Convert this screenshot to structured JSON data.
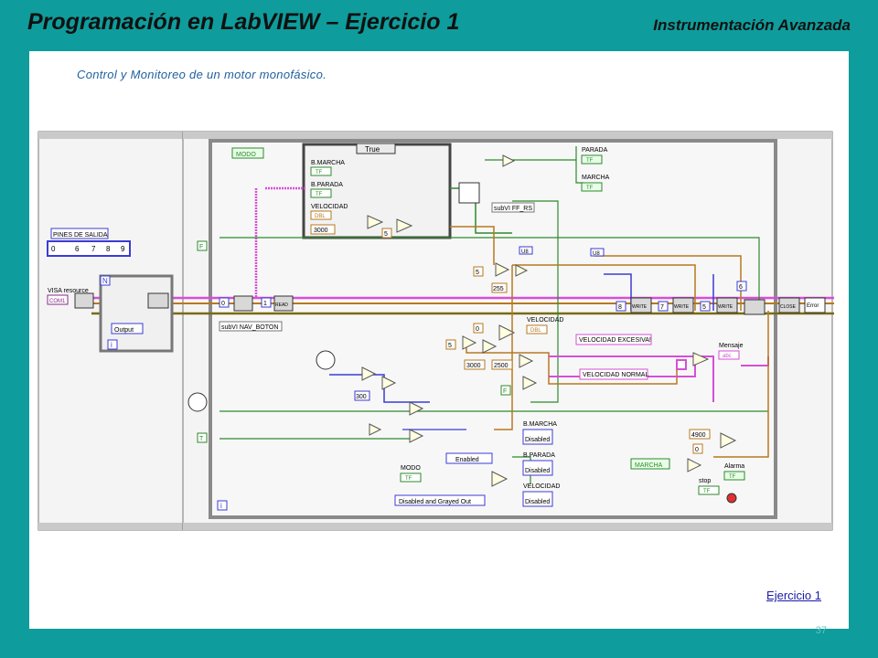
{
  "header": {
    "title": "Programación en LabVIEW – Ejercicio 1",
    "course": "Instrumentación Avanzada"
  },
  "panel": {
    "subtitle": "Control y Monitoreo de un motor monofásico.",
    "link_label": "Ejercicio 1"
  },
  "footer": {
    "slide_number": "37"
  },
  "diagram": {
    "labels": {
      "modo_local": "MODO",
      "b_marcha": "B.MARCHA",
      "b_parada": "B.PARADA",
      "velocidad": "VELOCIDAD",
      "case_selector": "True",
      "k3000": "3000",
      "k5": "5",
      "parada": "PARADA",
      "marcha": "MARCHA",
      "subvi_ff": "subVI FF_RS",
      "pines": "PINES DE SALIDA",
      "pin_0": "0",
      "pin_6": "6",
      "pin_7": "7",
      "pin_8": "8",
      "pin_9": "9",
      "n": "N",
      "visa": "VISA resource",
      "visa_val": "COM1",
      "output": "Output",
      "i": "i",
      "k0_case": "0",
      "k1_read": "1",
      "read": "READ",
      "subvi_nav": "subVI NAV_BOTON",
      "f_const": "F",
      "t_const": "T",
      "k5b": "5",
      "k255": "255",
      "k8": "8",
      "k7": "7",
      "k6": "6",
      "k5c": "5",
      "k0b": "0",
      "velocidad_ind": "VELOCIDAD",
      "k3000b": "3000",
      "k2500": "2500",
      "vel_excesiva": "VELOCIDAD EXCESIVA!",
      "vel_normal": "VELOCIDAD NORMAL",
      "mensaje": "Mensaje",
      "f2": "F",
      "k300": "300",
      "enabled": "Enabled",
      "disabled_grayed": "Disabled and Grayed Out",
      "modo_ind": "MODO",
      "b_marcha2": "B.MARCHA",
      "b_parada2": "B.PARADA",
      "velocidad2": "VELOCIDAD",
      "disabled": "Disabled",
      "k4900": "4900",
      "k0c": "0",
      "marcha_local": "MARCHA",
      "alarma": "Alarma",
      "stop": "stop",
      "write": "WRITE",
      "close": "CLOSE",
      "error": "Error",
      "tf": "TF",
      "u8": "U8",
      "dbl": "DBL",
      "abc": "abc"
    }
  }
}
